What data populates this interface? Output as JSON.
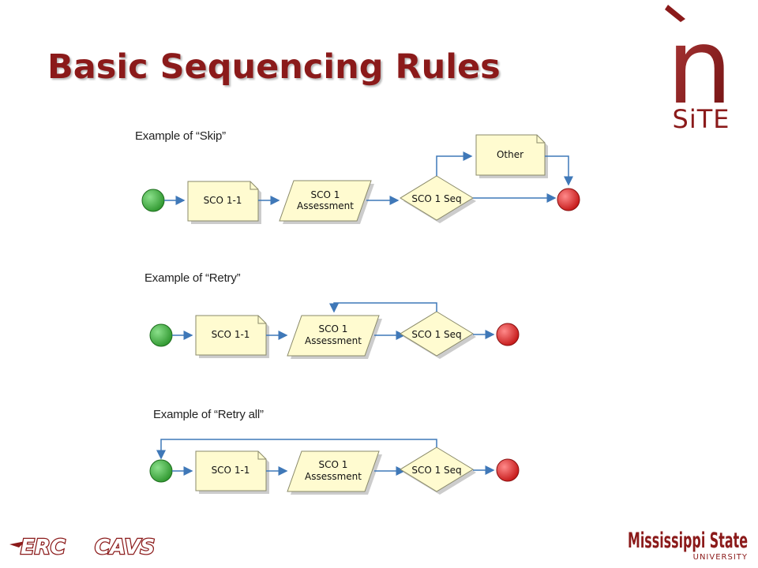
{
  "slide": {
    "title": "Basic Sequencing Rules"
  },
  "logos": {
    "top_right": {
      "letter": "n",
      "text": "SiTE"
    },
    "bottom_left": {
      "text_1": "ERC",
      "text_2": "CAVS"
    },
    "bottom_right": {
      "text_main": "Mississippi State",
      "text_sub": "UNIVERSITY"
    }
  },
  "diagrams": [
    {
      "label": "Example of “Skip”",
      "sco": "SCO 1-1",
      "assessment_line1": "SCO 1",
      "assessment_line2": "Assessment",
      "seq": "SCO 1 Seq",
      "other": "Other"
    },
    {
      "label": "Example of “Retry”",
      "sco": "SCO 1-1",
      "assessment_line1": "SCO 1",
      "assessment_line2": "Assessment",
      "seq": "SCO 1 Seq"
    },
    {
      "label": "Example of “Retry all”",
      "sco": "SCO 1-1",
      "assessment_line1": "SCO 1",
      "assessment_line2": "Assessment",
      "seq": "SCO 1 Seq"
    }
  ],
  "colors": {
    "title": "#8b1a1a",
    "start_node": "#3caa3c",
    "end_node": "#e02222",
    "shape_fill": "#fffbd0",
    "arrow": "#3f78b8"
  }
}
